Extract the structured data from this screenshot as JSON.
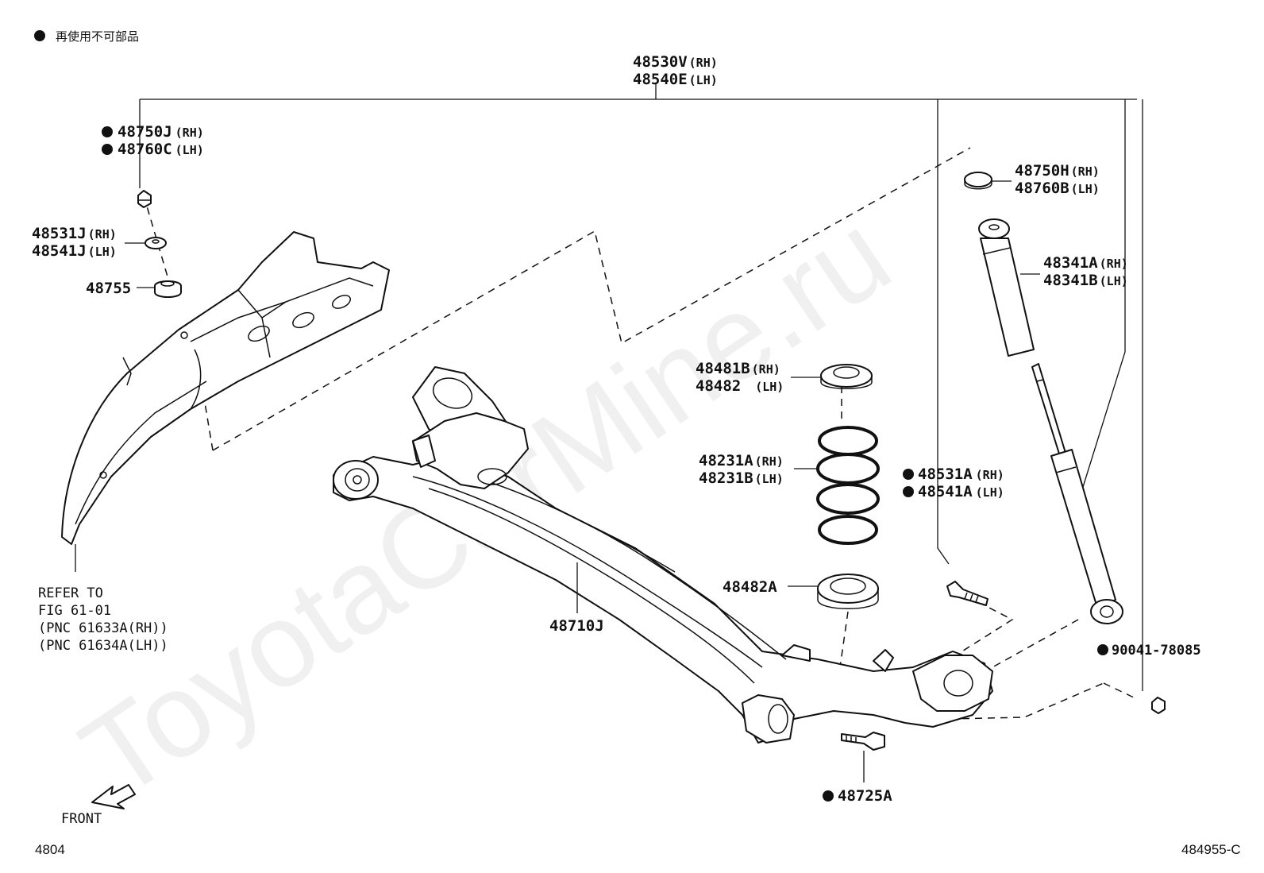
{
  "legend": {
    "text": "再使用不可部品"
  },
  "watermark": "ToyotaCarMine.ru",
  "labels": {
    "arm_rh": "48530V",
    "arm_rh_side": "(RH)",
    "arm_lh": "48540E",
    "arm_lh_side": "(LH)",
    "nut_rh": "48750J",
    "nut_rh_side": "(RH)",
    "nut_lh": "48760C",
    "nut_lh_side": "(LH)",
    "washer_rh": "48531J",
    "washer_rh_side": "(RH)",
    "washer_lh": "48541J",
    "washer_lh_side": "(LH)",
    "bushing": "48755",
    "refer_1": "REFER TO",
    "refer_2": "FIG 61-01",
    "refer_3": "(PNC 61633A(RH))",
    "refer_4": "(PNC 61634A(LH))",
    "front": "FRONT",
    "top_nut_rh": "48750H",
    "top_nut_rh_side": "(RH)",
    "top_nut_lh": "48760B",
    "top_nut_lh_side": "(LH)",
    "boot_rh": "48341A",
    "boot_rh_side": "(RH)",
    "boot_lh": "48341B",
    "boot_lh_side": "(LH)",
    "insul_upper_rh": "48481B",
    "insul_upper_rh_side": "(RH)",
    "insul_upper_lh": "48482",
    "insul_upper_lh_side": "(LH)",
    "spring_rh": "48231A",
    "spring_rh_side": "(RH)",
    "spring_lh": "48231B",
    "spring_lh_side": "(LH)",
    "bolt_rh": "48531A",
    "bolt_rh_side": "(RH)",
    "bolt_lh": "48541A",
    "bolt_lh_side": "(LH)",
    "insul_lower": "48482A",
    "beam": "48710J",
    "nut_shock": "90041-78085",
    "bolt_beam": "48725A",
    "page_code": "4804",
    "fig_code": "484955-C"
  }
}
